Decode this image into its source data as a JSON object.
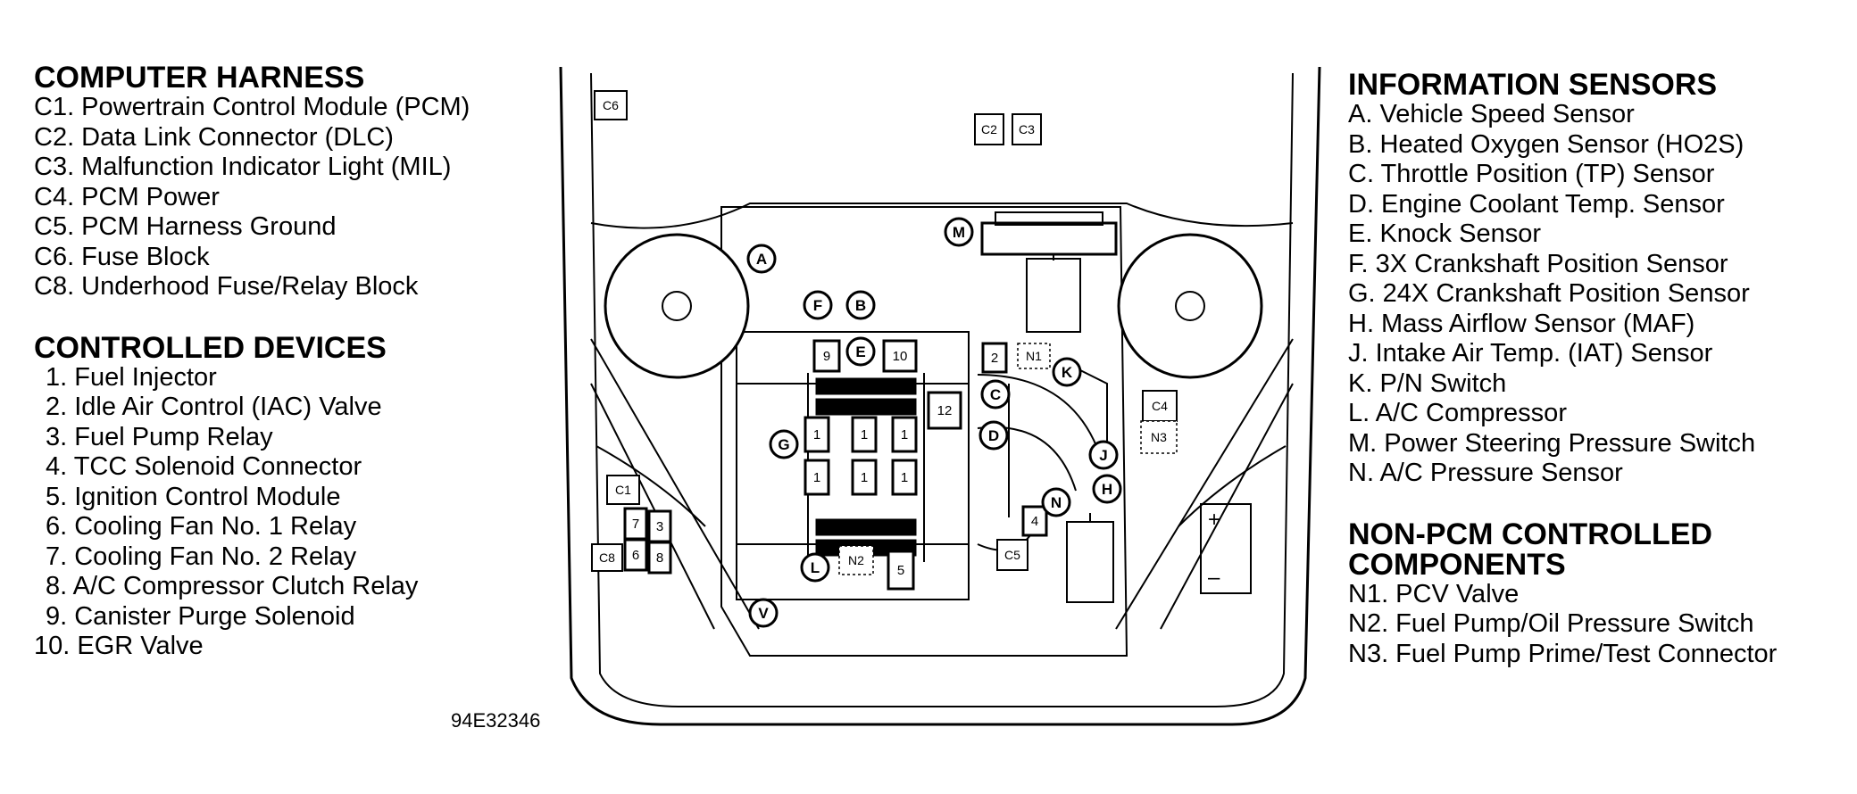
{
  "figure_code": "94E32346",
  "computer_harness": {
    "title": "COMPUTER HARNESS",
    "items": [
      "C1. Powertrain Control Module (PCM)",
      "C2. Data Link Connector (DLC)",
      "C3. Malfunction Indicator Light (MIL)",
      "C4. PCM Power",
      "C5. PCM Harness Ground",
      "C6. Fuse Block",
      "C8. Underhood Fuse/Relay Block"
    ]
  },
  "controlled_devices": {
    "title": "CONTROLLED DEVICES",
    "items": [
      "1. Fuel Injector",
      "2. Idle Air Control (IAC) Valve",
      "3. Fuel Pump Relay",
      "4. TCC Solenoid Connector",
      "5. Ignition Control Module",
      "6. Cooling Fan No. 1 Relay",
      "7. Cooling Fan No. 2 Relay",
      "8. A/C Compressor Clutch Relay",
      "9. Canister Purge Solenoid",
      "10. EGR Valve"
    ]
  },
  "information_sensors": {
    "title": "INFORMATION SENSORS",
    "items": [
      "A. Vehicle Speed Sensor",
      "B. Heated Oxygen Sensor (HO2S)",
      "C. Throttle Position (TP) Sensor",
      "D. Engine Coolant Temp. Sensor",
      "E. Knock Sensor",
      "F. 3X Crankshaft Position Sensor",
      "G. 24X Crankshaft Position Sensor",
      "H. Mass Airflow Sensor (MAF)",
      "J. Intake Air Temp. (IAT) Sensor",
      "K. P/N Switch",
      "L. A/C Compressor",
      "M. Power Steering Pressure Switch",
      "N. A/C Pressure Sensor"
    ]
  },
  "non_pcm": {
    "title_line1": "NON-PCM CONTROLLED",
    "title_line2": "COMPONENTS",
    "items": [
      "N1. PCV Valve",
      "N2. Fuel Pump/Oil Pressure Switch",
      "N3. Fuel Pump Prime/Test Connector"
    ]
  },
  "diagram_labels": {
    "c6": "C6",
    "c2": "C2",
    "c3": "C3",
    "c4": "C4",
    "n3": "N3",
    "c1": "C1",
    "c8": "C8",
    "c5": "C5",
    "n1": "N1",
    "n2": "N2",
    "b7": "7",
    "b3": "3",
    "b6": "6",
    "b8": "8",
    "b9": "9",
    "b10": "10",
    "b12": "12",
    "b2": "2",
    "b4": "4",
    "b5": "5",
    "inj1": "1",
    "inj2": "1",
    "inj3": "1",
    "inj4": "1",
    "inj5": "1",
    "inj6": "1",
    "cA": "A",
    "cF": "F",
    "cB": "B",
    "cE": "E",
    "cG": "G",
    "cC": "C",
    "cD": "D",
    "cK": "K",
    "cJ": "J",
    "cH": "H",
    "cN": "N",
    "cM": "M",
    "cL": "L",
    "cV": "V",
    "plus": "+",
    "minus": "–"
  }
}
